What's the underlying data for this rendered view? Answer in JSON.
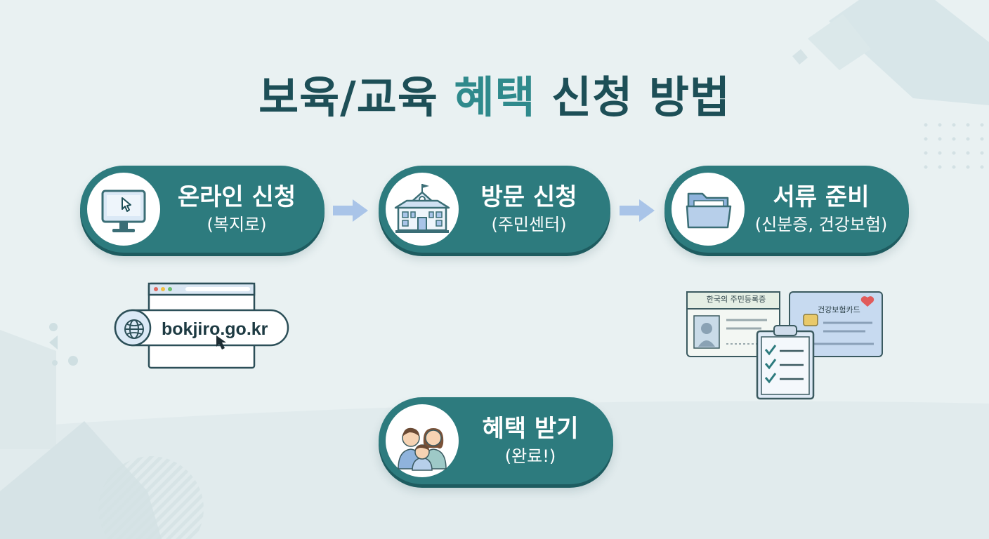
{
  "title": {
    "part1": "보육/교육 ",
    "accent": "혜택",
    "part2": " 신청 방법"
  },
  "steps": [
    {
      "main": "온라인 신청",
      "sub": "(복지로)",
      "icon": "computer-monitor-icon"
    },
    {
      "main": "방문 신청",
      "sub": "(주민센터)",
      "icon": "community-center-building-icon"
    },
    {
      "main": "서류 준비",
      "sub": "(신분증, 건강보험)",
      "icon": "folder-icon"
    },
    {
      "main": "혜택 받기",
      "sub": "(완료!)",
      "icon": "family-icon"
    }
  ],
  "browser": {
    "url": "bokjiro.go.kr"
  },
  "documents": {
    "id_card_title": "한국의 주민등록증",
    "insurance_card_title": "건강보험카드"
  },
  "colors": {
    "accent": "#2d7b7e",
    "title": "#1d4f57",
    "arrow": "#a9c4e8",
    "background": "#e9f1f2"
  }
}
